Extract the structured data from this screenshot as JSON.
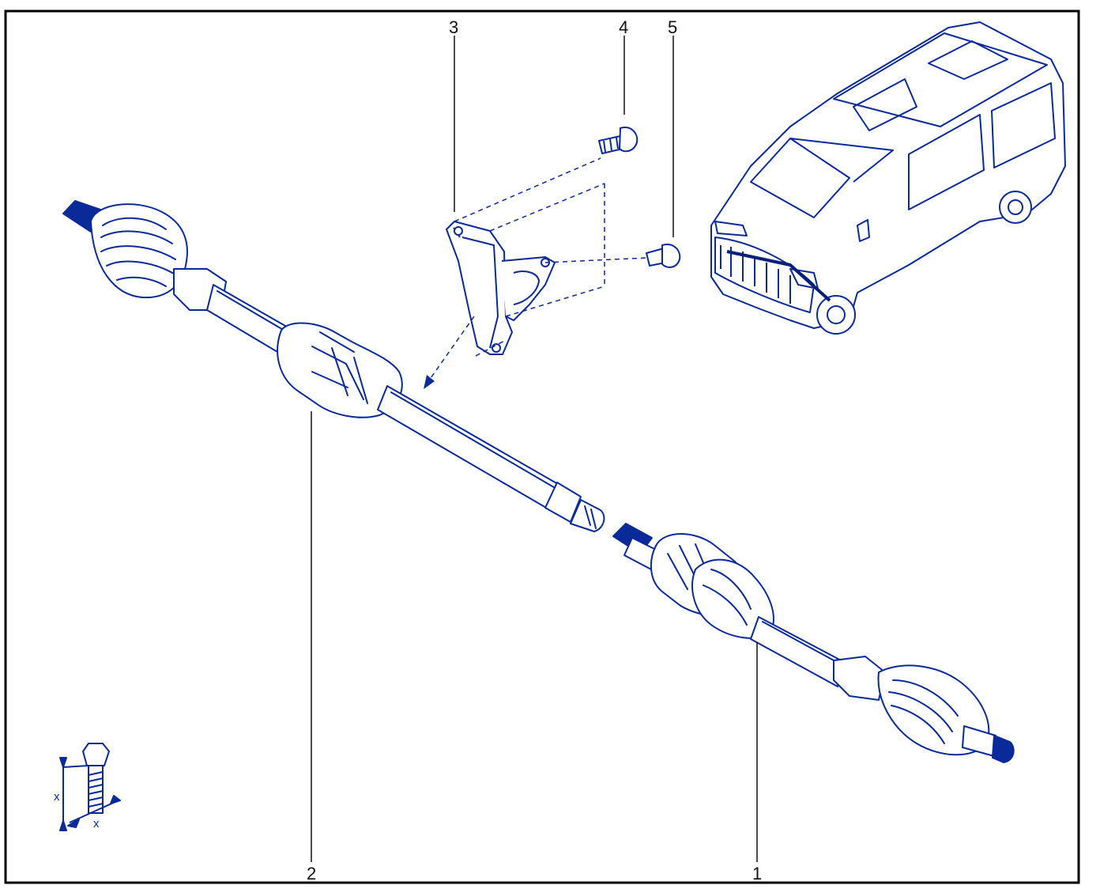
{
  "colors": {
    "line": "#0a2a9a",
    "fill": "#ffffff",
    "dark": "#05207a",
    "frame": "#000000",
    "text": "#111111"
  },
  "callouts": {
    "c1": "1",
    "c2": "2",
    "c3": "3",
    "c4": "4",
    "c5": "5"
  },
  "legend": {
    "dim_label_1": "x",
    "dim_label_2": "x"
  }
}
